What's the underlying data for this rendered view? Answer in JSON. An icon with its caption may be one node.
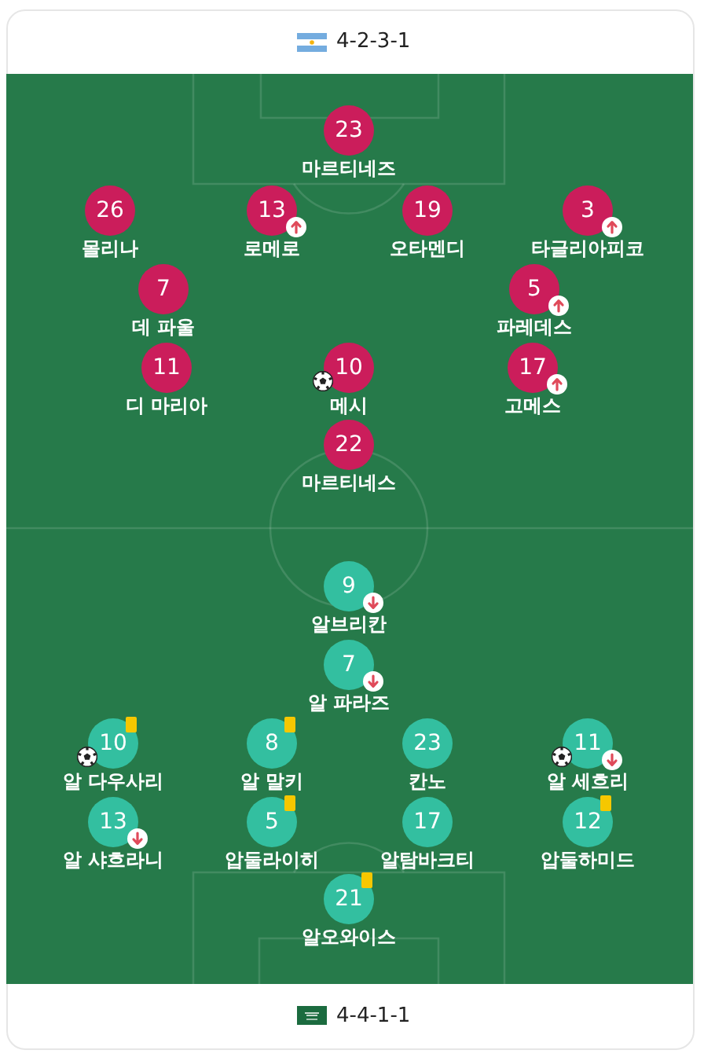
{
  "diagram": {
    "nodes": [
      {
        "text": [
          "23"
        ],
        "beside": [
          "마르티네즈"
        ]
      },
      {
        "text": [
          "26"
        ],
        "beside": [
          "몰리나"
        ]
      },
      {
        "text": [
          "13"
        ],
        "beside": [
          "로메로"
        ]
      },
      {
        "text": [
          "19"
        ],
        "beside": [
          "오타멘디"
        ]
      },
      {
        "text": [
          "3"
        ],
        "beside": [
          "타글리아피코"
        ]
      },
      {
        "text": [
          "7"
        ],
        "beside": [
          "데 파울"
        ]
      },
      {
        "text": [
          "5"
        ],
        "beside": [
          "파레데스"
        ]
      },
      {
        "text": [
          "11"
        ],
        "beside": [
          "디 마리아"
        ]
      },
      {
        "text": [
          "10"
        ],
        "beside": [
          "메시"
        ]
      },
      {
        "text": [
          "17"
        ],
        "beside": [
          "고메스"
        ]
      },
      {
        "text": [
          "22"
        ],
        "beside": [
          "마르티네스"
        ]
      },
      {
        "text": [
          "9"
        ],
        "beside": [
          "알브리칸"
        ]
      },
      {
        "text": [
          "7"
        ],
        "beside": [
          "알 파라즈"
        ]
      },
      {
        "text": [
          "10"
        ],
        "beside": [
          "알 다우사리"
        ]
      },
      {
        "text": [
          "8"
        ],
        "beside": [
          "알 말키"
        ]
      },
      {
        "text": [
          "23"
        ],
        "beside": [
          "칸노"
        ]
      },
      {
        "text": [
          "11"
        ],
        "beside": [
          "알 세흐리"
        ]
      },
      {
        "text": [
          "13"
        ],
        "beside": [
          "알 샤흐라니"
        ]
      },
      {
        "text": [
          "5"
        ],
        "beside": [
          "압둘라이히"
        ]
      },
      {
        "text": [
          "17"
        ],
        "beside": [
          "알탐바크티"
        ]
      },
      {
        "text": [
          "12"
        ],
        "beside": [
          "압둘하미드"
        ]
      },
      {
        "text": [
          "21"
        ],
        "beside": [
          "알오와이스"
        ]
      }
    ],
    "labels": [
      "4-2-3-1",
      "4-4-1-1"
    ]
  }
}
